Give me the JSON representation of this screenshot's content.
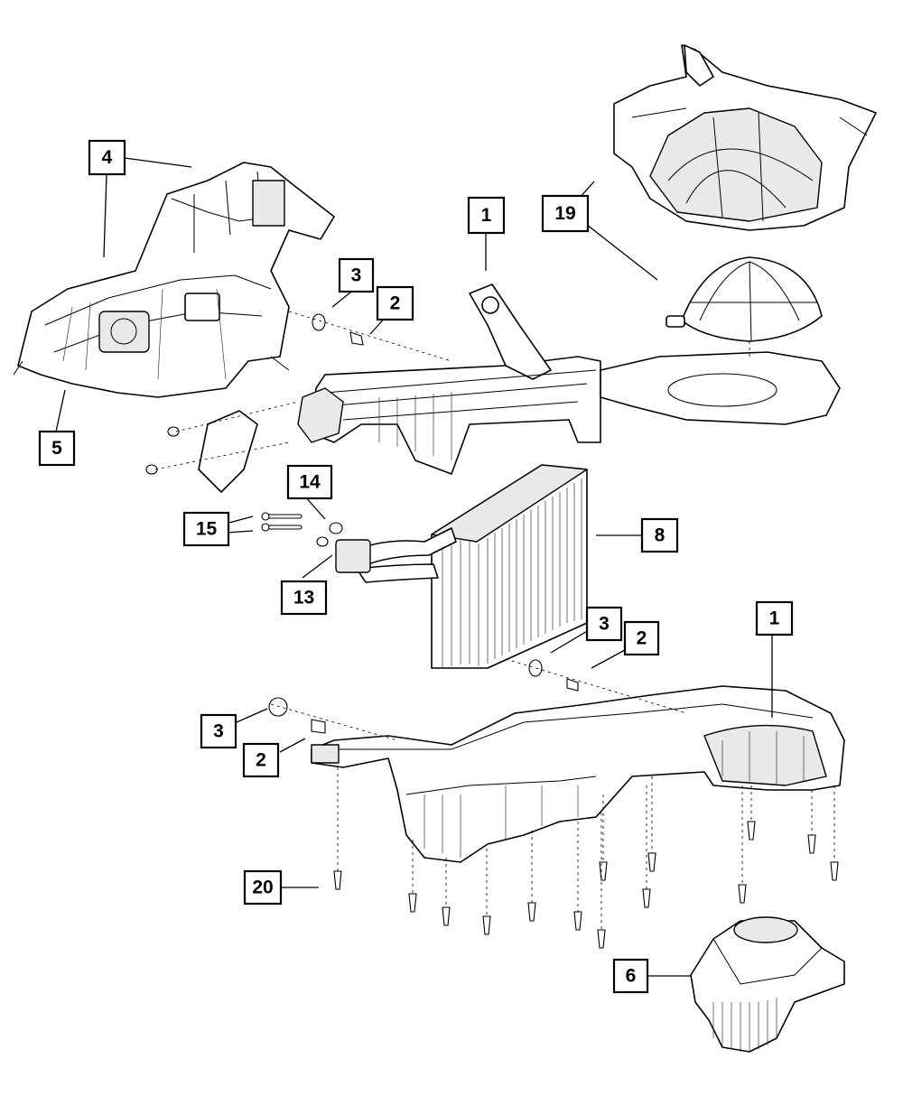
{
  "callouts": [
    {
      "id": "c4",
      "label": "4"
    },
    {
      "id": "c5",
      "label": "5"
    },
    {
      "id": "c1a",
      "label": "1"
    },
    {
      "id": "c19",
      "label": "19"
    },
    {
      "id": "c3a",
      "label": "3"
    },
    {
      "id": "c2a",
      "label": "2"
    },
    {
      "id": "c14",
      "label": "14"
    },
    {
      "id": "c15",
      "label": "15"
    },
    {
      "id": "c13",
      "label": "13"
    },
    {
      "id": "c8",
      "label": "8"
    },
    {
      "id": "c3b",
      "label": "3"
    },
    {
      "id": "c2b",
      "label": "2"
    },
    {
      "id": "c1b",
      "label": "1"
    },
    {
      "id": "c3c",
      "label": "3"
    },
    {
      "id": "c2c",
      "label": "2"
    },
    {
      "id": "c20",
      "label": "20"
    },
    {
      "id": "c6",
      "label": "6"
    }
  ],
  "parts": {
    "actuator_housing": "mode-door-actuator-housing",
    "upper_housing": "hvac-upper-housing",
    "blower_scroll": "blower-scroll-cover",
    "evaporator": "evaporator-core",
    "lower_housing": "hvac-lower-housing",
    "blower_motor": "blower-motor"
  },
  "colors": {
    "line": "#000000",
    "background": "#ffffff"
  }
}
